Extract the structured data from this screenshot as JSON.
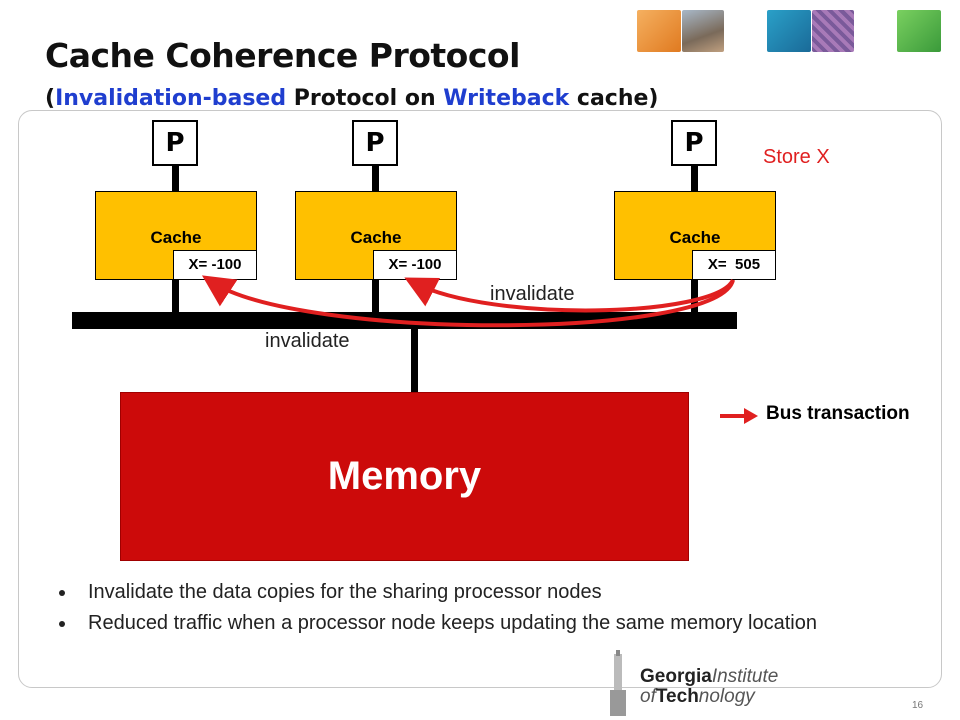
{
  "slide": {
    "title": "Cache Coherence Protocol",
    "subtitle": {
      "open": "(",
      "hl1": "Invalidation-based",
      "mid": " Protocol on ",
      "hl2": "Writeback",
      "close": " cache)"
    },
    "page_number": "16"
  },
  "processors": [
    {
      "label": "P",
      "cache_label": "Cache",
      "x_value": "X= -100"
    },
    {
      "label": "P",
      "cache_label": "Cache",
      "x_value": "X= -100"
    },
    {
      "label": "P",
      "cache_label": "Cache",
      "x_value": "X=  505"
    }
  ],
  "annotations": {
    "store": "Store X",
    "invalidate_upper": "invalidate",
    "invalidate_lower": "invalidate"
  },
  "memory": {
    "label": "Memory"
  },
  "legend": {
    "label": "Bus transaction",
    "color": "#e02020"
  },
  "bullets": [
    "Invalidate the data copies for the sharing processor nodes",
    "Reduced traffic when a processor node keeps updating the same memory location"
  ],
  "logo": {
    "line1_bold": "Georgia",
    "line1_thin": "Institute",
    "line2_thin": "of",
    "line2_bold": "Tech",
    "line2_rest": "nology"
  },
  "colors": {
    "cache": "#ffc000",
    "memory": "#cc0a0a",
    "accent": "#1f3ecf"
  }
}
